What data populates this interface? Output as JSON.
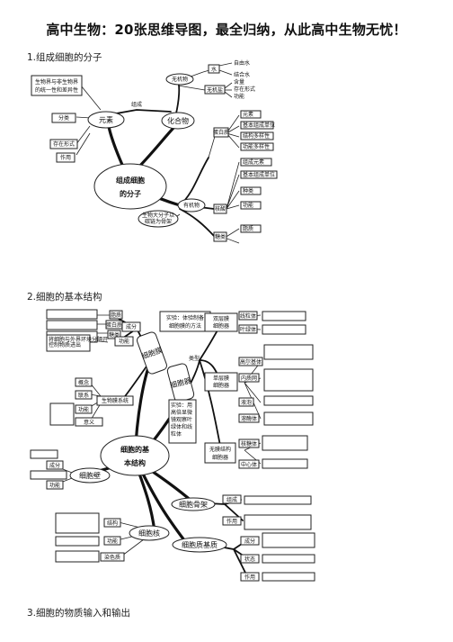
{
  "title": "高中生物：20张思维导图，最全归纳，从此高中生物无忧！",
  "sections": [
    {
      "label": "1.组成细胞的分子"
    },
    {
      "label": "2.细胞的基本结构"
    },
    {
      "label": "3.细胞的物质输入和输出"
    }
  ],
  "map1": {
    "center": [
      "组成细胞",
      "的分子"
    ],
    "element": "元素",
    "compound": "化合物",
    "link": "组成",
    "note": [
      "生物界与非生物界",
      "的统一性和差异性"
    ],
    "classify": "分类",
    "form": "存在形式",
    "function": "作用",
    "inorganic": "无机物",
    "water": "水",
    "water_items": [
      "自由水",
      "结合水"
    ],
    "salt": "无机盐",
    "salt_items": [
      "含量",
      "存在形式",
      "功能"
    ],
    "organic": "有机物",
    "protein": "蛋白质",
    "protein_items": [
      "元素",
      "基本组成单位",
      "结构多样性",
      "功能多样性"
    ],
    "nucleic": "核酸",
    "nucleic_items": [
      "组成元素",
      "基本组成单位",
      "种类",
      "功能"
    ],
    "sugar": "糖类",
    "lipid": "脂质",
    "life_note": [
      "生物大分子以",
      "碳链为骨架"
    ]
  },
  "map2": {
    "center": [
      "细胞的基",
      "本结构"
    ],
    "membrane": "细胞膜",
    "experiment": [
      "实验：体验制备",
      "细胞膜的方法"
    ],
    "comp": "成分",
    "comp_items": [
      "脂质",
      "蛋白质",
      "糖类"
    ],
    "func": "功能",
    "func_note": [
      "将细胞与外界环境分隔开",
      "控制物质进出",
      "进行信息交流"
    ],
    "model": "生物膜系统",
    "concept": "概念",
    "relation": "联系",
    "meaning": "意义",
    "organelle": "细胞器",
    "type": "类型",
    "double": [
      "双层膜",
      "细胞器"
    ],
    "double_items": [
      "线粒体",
      "叶绿体"
    ],
    "single": [
      "单层膜",
      "细胞器"
    ],
    "single_items": [
      "高尔基体",
      "内质网",
      "液泡",
      "溶酶体"
    ],
    "none": [
      "无膜结构",
      "细胞器"
    ],
    "none_items": [
      "核糖体",
      "中心体"
    ],
    "exp2": [
      "实验：用",
      "高倍显微",
      "镜观察叶",
      "绿体和线",
      "粒体"
    ],
    "wall": "细胞壁",
    "wall_items": [
      "成分",
      "功能"
    ],
    "cytoskeleton": "细胞骨架",
    "cytoplasm": "细胞质基质",
    "cyto_items": [
      "组成",
      "作用"
    ],
    "nucleus": "细胞核",
    "nucleus_items": [
      "结构",
      "功能",
      "染色质"
    ],
    "matrix_items": [
      "成分",
      "状态",
      "作用"
    ]
  }
}
